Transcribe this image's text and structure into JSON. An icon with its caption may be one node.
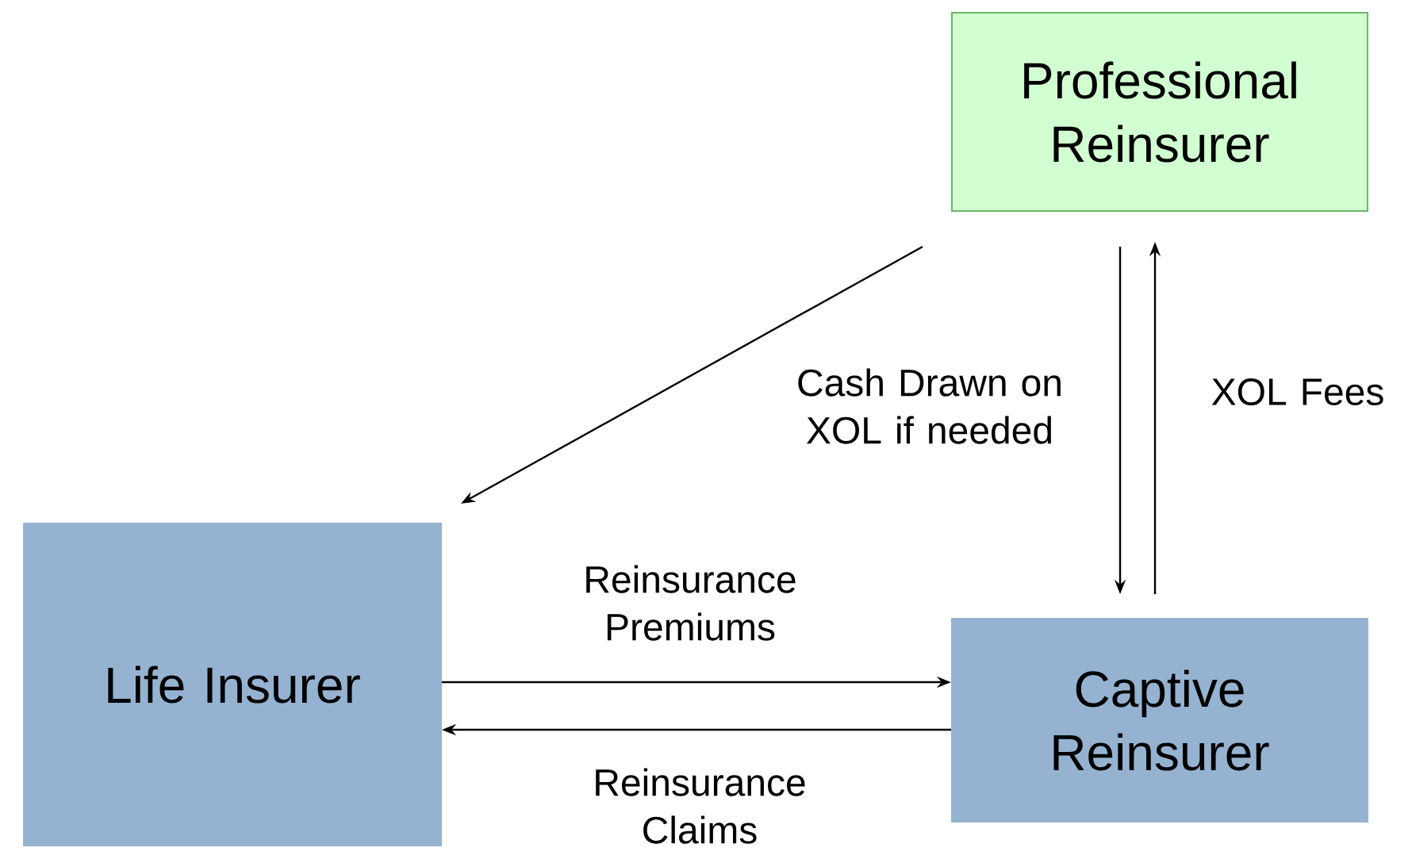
{
  "diagram": {
    "nodes": [
      {
        "text": [
          "Professional Reinsurer"
        ]
      },
      {
        "text": [
          "Life Insurer"
        ]
      },
      {
        "text": [
          "Captive Reinsurer"
        ]
      }
    ],
    "edges": [
      {
        "from": 0,
        "to": 1,
        "arrow": "to"
      },
      {
        "from": 0,
        "to": 2,
        "arrow": "to",
        "label": "Cash Drawn on XOL if needed"
      },
      {
        "from": 2,
        "to": 0,
        "arrow": "to",
        "label": "XOL Fees"
      },
      {
        "from": 1,
        "to": 2,
        "arrow": "to",
        "label": "Reinsurance Premiums"
      },
      {
        "from": 2,
        "to": 1,
        "arrow": "to",
        "label": "Reinsurance Claims"
      }
    ]
  }
}
